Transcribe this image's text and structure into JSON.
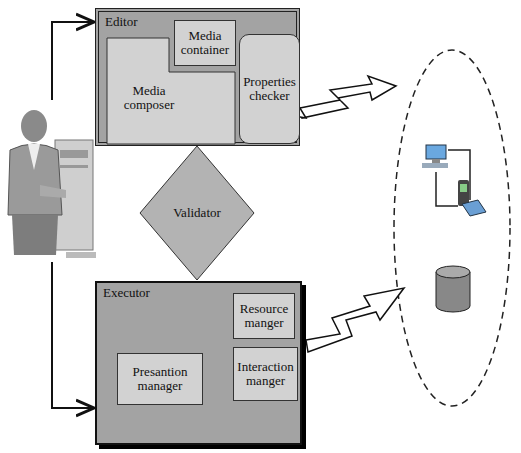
{
  "diagram": {
    "nodes": [
      {
        "text": [
          "Editor"
        ]
      },
      {
        "text": [
          "Media container"
        ],
        "in": 0
      },
      {
        "text": [
          "Media composer"
        ],
        "in": 0
      },
      {
        "text": [
          "Properties checker"
        ],
        "in": 0
      },
      {
        "text": [
          "Validator"
        ]
      },
      {
        "text": [
          "Executor"
        ]
      },
      {
        "text": [
          "Resource manger"
        ],
        "in": 5
      },
      {
        "text": [
          "Presantion manager"
        ],
        "in": 5
      },
      {
        "text": [
          "Interaction manger"
        ],
        "in": 5
      }
    ]
  }
}
